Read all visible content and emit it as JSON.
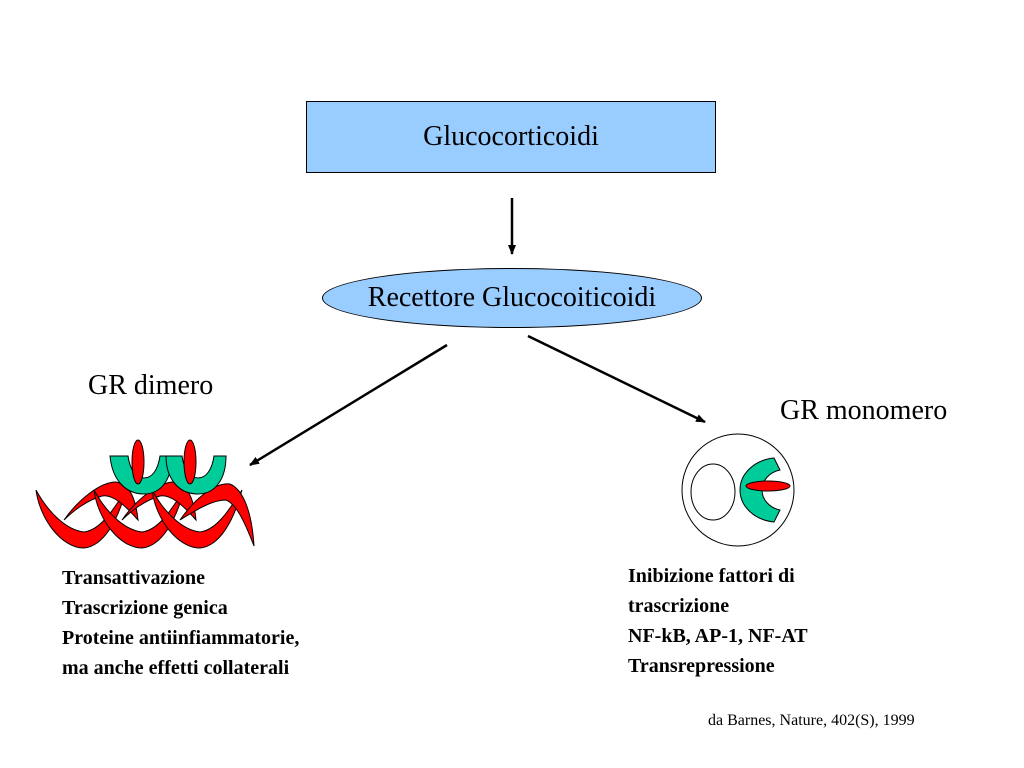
{
  "top_box": {
    "label": "Glucocorticoidi"
  },
  "receptor": {
    "label": "Recettore Glucocoiticoidi"
  },
  "branches": {
    "dimer": {
      "label": "GR dimero"
    },
    "monomer": {
      "label": "GR monomero"
    }
  },
  "left_text": {
    "lines": [
      "Transattivazione",
      "Trascrizione genica",
      "Proteine antiinfiammatorie,",
      "ma anche effetti collaterali"
    ]
  },
  "right_text": {
    "lines": [
      "Inibizione fattori di",
      "trascrizione",
      "NF-kB, AP-1, NF-AT",
      "Transrepressione"
    ]
  },
  "citation": "da Barnes, Nature, 402(S), 1999",
  "colors": {
    "box_fill": "#99ccff",
    "dna_red": "#ff0000",
    "receptor_green": "#00cc99"
  }
}
